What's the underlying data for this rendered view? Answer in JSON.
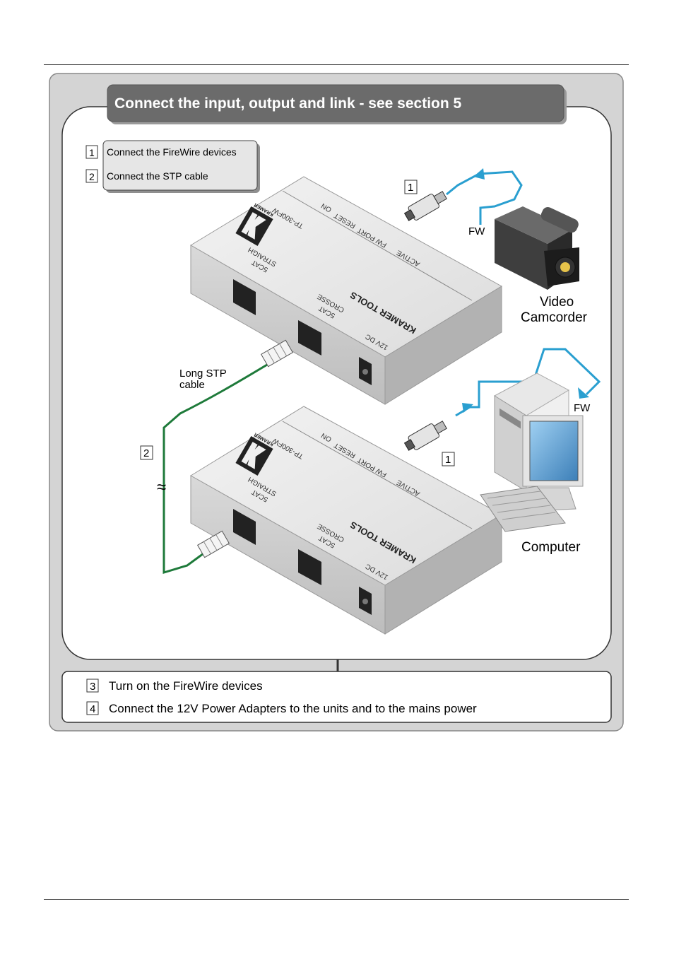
{
  "header": {
    "title": "Connect the input, output and link - see section 5"
  },
  "steps_top": [
    {
      "number": "1",
      "text": "Connect the FireWire devices"
    },
    {
      "number": "2",
      "text": "Connect the STP cable"
    }
  ],
  "steps_bottom": [
    {
      "number": "3",
      "text": "Turn on the FireWire devices"
    },
    {
      "number": "4",
      "text": "Connect the 12V Power Adapters to the units and to the mains power"
    }
  ],
  "unit": {
    "model": "TP-300FW",
    "brand": "KRAMER TOOLS",
    "logo_text": "KRAMER",
    "leds": [
      "ON",
      "RESET",
      "FW PORT",
      "ACTIVE"
    ],
    "port_straight": [
      "5CAT",
      "STRAIGH"
    ],
    "port_crossed": [
      "5CAT",
      "CROSSE"
    ],
    "power_label": "12V DC"
  },
  "devices": {
    "camcorder": [
      "Video",
      "Camcorder"
    ],
    "computer": "Computer",
    "fw_label": "FW",
    "cable_label": [
      "Long STP",
      "cable"
    ],
    "step_marker_fw": "1",
    "step_marker_stp": "2",
    "break_symbol": "≈"
  },
  "colors": {
    "firewire_cable": "#2a9fd0",
    "stp_cable": "#1e7a3a",
    "panel_fill": "#d4d4d4",
    "unit_top": "#eaeaea",
    "unit_front": "#cfcfcf"
  }
}
